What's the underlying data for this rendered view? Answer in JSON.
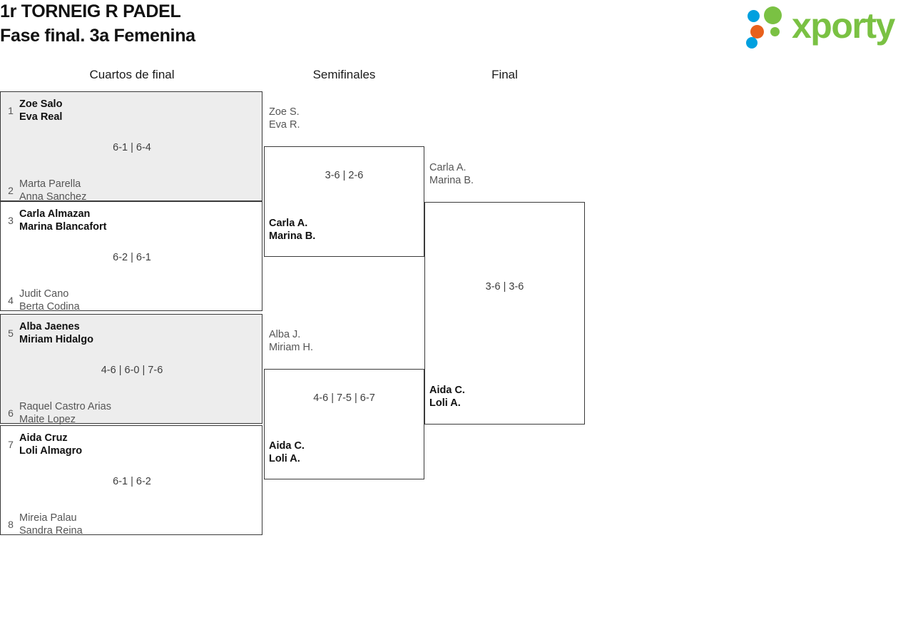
{
  "header": {
    "title_line1": "1r TORNEIG R PADEL",
    "title_line2": "Fase final. 3a Femenina",
    "logo_text": "xporty",
    "logo_colors": {
      "green": "#7ac143",
      "blue": "#00a0df",
      "orange": "#e8601c"
    }
  },
  "rounds": [
    {
      "label": "Cuartos de final"
    },
    {
      "label": "Semifinales"
    },
    {
      "label": "Final"
    }
  ],
  "quarterfinals": [
    {
      "seed_top": "1",
      "top_p1": "Zoe Salo",
      "top_p2": "Eva Real",
      "seed_bottom": "2",
      "bottom_p1": "Marta Parella",
      "bottom_p2": "Anna Sanchez",
      "score": "6-1 | 6-4",
      "winner": "top"
    },
    {
      "seed_top": "3",
      "top_p1": "Carla Almazan",
      "top_p2": "Marina Blancafort",
      "seed_bottom": "4",
      "bottom_p1": "Judit Cano",
      "bottom_p2": "Berta Codina",
      "score": "6-2 | 6-1",
      "winner": "top"
    },
    {
      "seed_top": "5",
      "top_p1": "Alba Jaenes",
      "top_p2": "Miriam Hidalgo",
      "seed_bottom": "6",
      "bottom_p1": "Raquel Castro Arias",
      "bottom_p2": "Maite Lopez",
      "score": "4-6 | 6-0 | 7-6",
      "winner": "top"
    },
    {
      "seed_top": "7",
      "top_p1": "Aida Cruz",
      "top_p2": "Loli Almagro",
      "seed_bottom": "8",
      "bottom_p1": "Mireia Palau",
      "bottom_p2": "Sandra Reina",
      "score": "6-1 | 6-2",
      "winner": "top"
    }
  ],
  "semifinals": [
    {
      "top_p1": "Zoe S.",
      "top_p2": "Eva R.",
      "bottom_p1": "Carla A.",
      "bottom_p2": "Marina B.",
      "score": "3-6 | 2-6",
      "winner": "bottom"
    },
    {
      "top_p1": "Alba J.",
      "top_p2": "Miriam H.",
      "bottom_p1": "Aida C.",
      "bottom_p2": "Loli A.",
      "score": "4-6 | 7-5 | 6-7",
      "winner": "bottom"
    }
  ],
  "final": {
    "top_p1": "Carla A.",
    "top_p2": "Marina B.",
    "bottom_p1": "Aida C.",
    "bottom_p2": "Loli A.",
    "score": "3-6 | 3-6",
    "winner": "bottom"
  }
}
